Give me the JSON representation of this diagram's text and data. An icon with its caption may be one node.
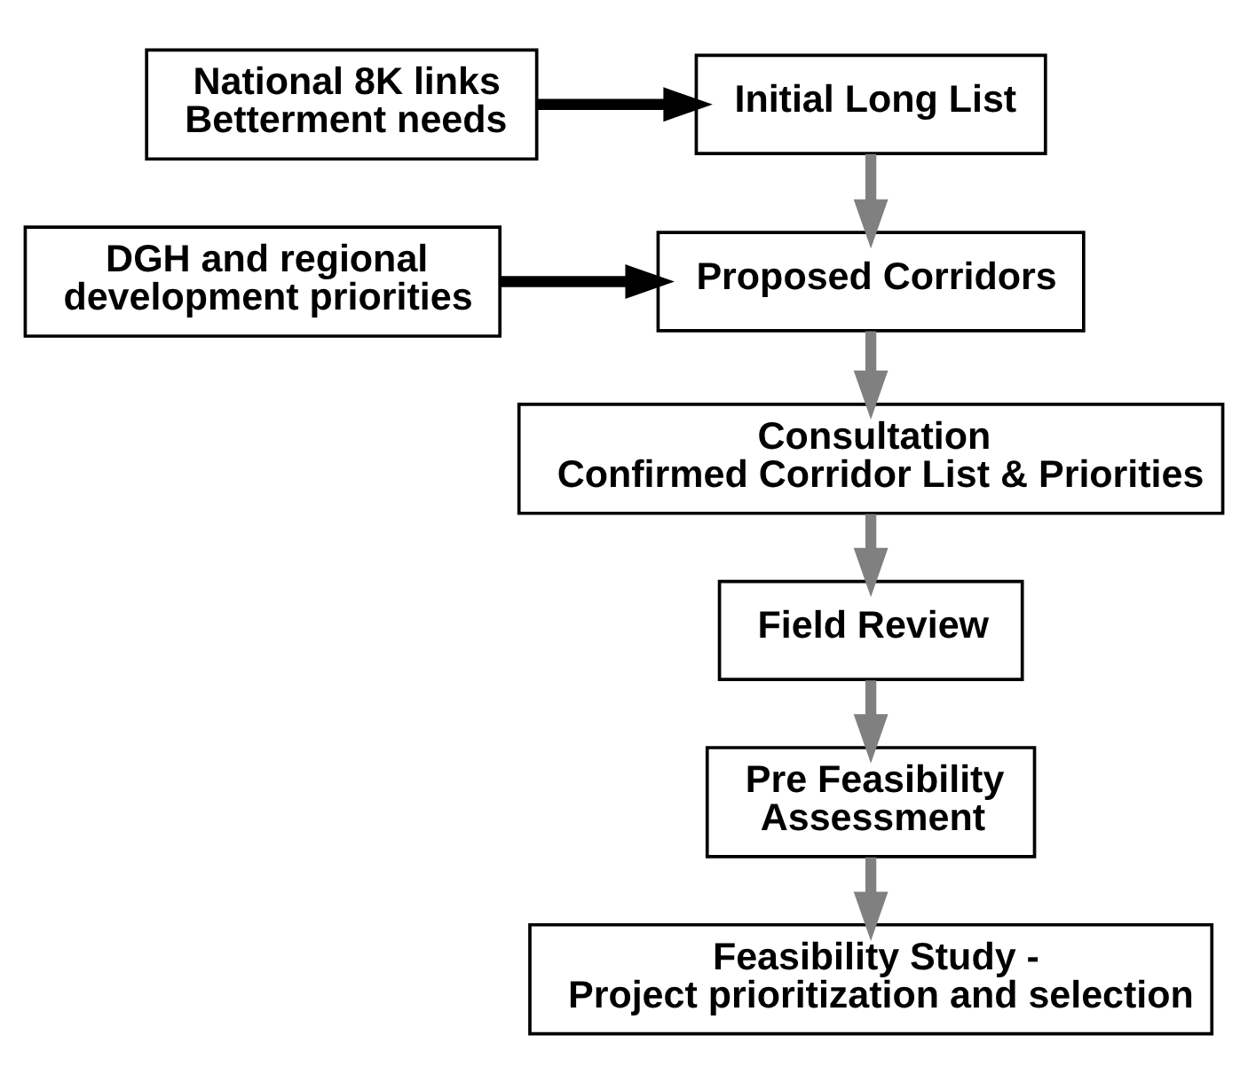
{
  "diagram": {
    "nodes": [
      {
        "text": [
          "Initial Long List"
        ]
      },
      {
        "text": [
          "National 8K links Betterment needs"
        ]
      },
      {
        "text": [
          "Proposed Corridors"
        ]
      },
      {
        "text": [
          "DGH and regional development priorities"
        ]
      },
      {
        "text": [
          "Consultation",
          "Confirmed Corridor List & Priorities"
        ]
      },
      {
        "text": [
          "Field Review"
        ]
      },
      {
        "text": [
          "Pre Feasibility Assessment"
        ]
      },
      {
        "text": [
          "Feasibility Study - Project prioritization and selection"
        ]
      }
    ],
    "edges": [
      {
        "from": 1,
        "to": 0,
        "arrow": "to",
        "color": "#000000"
      },
      {
        "from": 0,
        "to": 2,
        "arrow": "to"
      },
      {
        "from": 3,
        "to": 2,
        "arrow": "to",
        "color": "#000000"
      },
      {
        "from": 2,
        "to": 4,
        "arrow": "to"
      },
      {
        "from": 4,
        "to": 5,
        "arrow": "to"
      },
      {
        "from": 5,
        "to": 6,
        "arrow": "to"
      },
      {
        "from": 6,
        "to": 7,
        "arrow": "to"
      }
    ]
  }
}
